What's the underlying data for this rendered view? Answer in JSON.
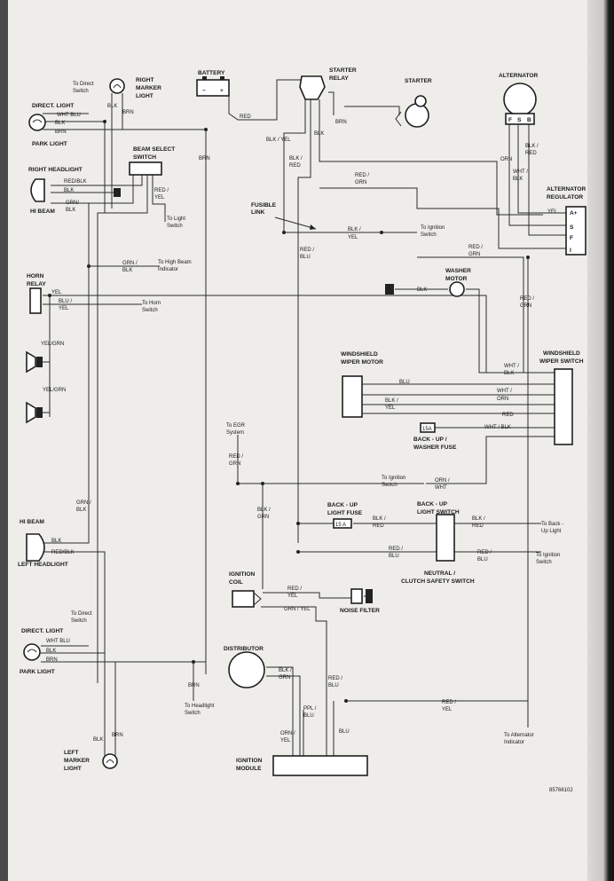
{
  "figure_id": "85766102",
  "components": {
    "direct_light_r": "DIRECT. LIGHT",
    "park_light_r": "PARK LIGHT",
    "right_marker": [
      "RIGHT",
      "MARKER",
      "LIGHT"
    ],
    "battery": "BATTERY",
    "starter_relay": [
      "STARTER",
      "RELAY"
    ],
    "starter": "STARTER",
    "alternator": "ALTERNATOR",
    "beam_select": [
      "BEAM SELECT",
      "SWITCH"
    ],
    "right_headlight": "RIGHT HEADLIGHT",
    "hi_beam_r": "HI BEAM",
    "alt_regulator": [
      "ALTERNATOR",
      "REGULATOR"
    ],
    "fusible_link": [
      "FUSIBLE",
      "LINK"
    ],
    "horn_relay": [
      "HORN",
      "RELAY"
    ],
    "washer_motor": [
      "WASHER",
      "MOTOR"
    ],
    "wiper_motor": [
      "WINDSHIELD",
      "WIPER MOTOR"
    ],
    "wiper_switch": [
      "WINDSHIELD",
      "WIPER SWITCH"
    ],
    "backup_washer_fuse": [
      "BACK - UP /",
      "WASHER FUSE"
    ],
    "backup_fuse": [
      "BACK - UP",
      "LIGHT FUSE"
    ],
    "backup_switch": [
      "BACK - UP",
      "LIGHT SWITCH"
    ],
    "neutral_switch": [
      "NEUTRAL /",
      "CLUTCH SAFETY SWITCH"
    ],
    "hi_beam_l": "HI BEAM",
    "left_headlight": "LEFT HEADLIGHT",
    "ignition_coil": [
      "IGNITION",
      "COIL"
    ],
    "noise_filter": "NOISE FILTER",
    "direct_light_l": "DIRECT. LIGHT",
    "park_light_l": "PARK LIGHT",
    "distributor": "DISTRIBUTOR",
    "left_marker": [
      "LEFT",
      "MARKER",
      "LIGHT"
    ],
    "ignition_module": [
      "IGNITION",
      "MODULE"
    ]
  },
  "fuse_ratings": {
    "washer": "15A",
    "backup": "15 A"
  },
  "alt_terminals": [
    "F",
    "S",
    "B"
  ],
  "reg_terminals": [
    "A+",
    "S",
    "F",
    "I"
  ],
  "battery_terminals": [
    "−",
    "+"
  ],
  "notes": {
    "to_direct_switch_r": [
      "To Direct",
      "Switch"
    ],
    "to_light_switch": [
      "To Light",
      "Switch"
    ],
    "to_hi_beam_ind": [
      "To High Beam",
      "Indicator"
    ],
    "to_horn_switch": [
      "To Horn",
      "Switch"
    ],
    "to_ign_switch_1": [
      "To Ignition",
      "Switch"
    ],
    "to_egr": [
      "To EGR",
      "System"
    ],
    "to_ign_switch_2": [
      "To Ignition",
      "Switch"
    ],
    "to_backup_light": [
      "To Back -",
      "Up Light"
    ],
    "to_ign_switch_3": [
      "To Ignition",
      "Switch"
    ],
    "to_direct_switch_l": [
      "To Direct",
      "Switch"
    ],
    "to_headlight_switch": [
      "To Headlight",
      "Switch"
    ],
    "to_alt_indicator": [
      "To Alternator",
      "Indicator"
    ]
  },
  "wires": {
    "wht_blu_r": "WHT  BLU",
    "blk_r": "BLK",
    "brn_r": "BRN",
    "mk_blk_r": "BLK",
    "mk_brn_r": "BRN",
    "red_batt": "RED",
    "brn_relay": "BRN",
    "blk_relay": "BLK",
    "blk_yel_relay": [
      "BLK / YEL"
    ],
    "blk_red_relay": [
      "BLK /",
      "RED"
    ],
    "red_grn_1": [
      "RED /",
      "GRN"
    ],
    "orn_alt": "ORN",
    "blk_red_alt": [
      "BLK /",
      "RED"
    ],
    "wht_blk_alt": [
      "WHT /",
      "BLK"
    ],
    "yel_reg": "YEL",
    "red_blk_hl": "RED/BLK",
    "blk_hl": "BLK",
    "grn_blk_hl": [
      "GRN/",
      "BLK"
    ],
    "red_yel_bs": [
      "RED /",
      "YEL"
    ],
    "brn_bs": "BRN",
    "blk_yel_fl": [
      "BLK /",
      "YEL"
    ],
    "red_blu_fl": [
      "RED /",
      "BLU"
    ],
    "red_grn_2": [
      "RED /",
      "GRN"
    ],
    "red_grn_3": [
      "RED /",
      "GRN"
    ],
    "grn_blk_ind": [
      "GRN /",
      "BLK"
    ],
    "yel_horn": "YEL",
    "blu_yel_horn": [
      "BLU /",
      "YEL"
    ],
    "blk_wash": "BLK",
    "wht_blk_ws": [
      "WHT /",
      "BLK"
    ],
    "yel_grn_1": "YEL/GRN",
    "yel_grn_2": "YEL/GRN",
    "blu_wm": "BLU",
    "wht_orn_wm": [
      "WHT /",
      "ORN"
    ],
    "blk_yel_wm": [
      "BLK /",
      "YEL"
    ],
    "red_wm": "RED",
    "wht_blk_wm": "WHT / BLK",
    "red_grn_egr": [
      "RED /",
      "GRN"
    ],
    "orn_wht": [
      "ORN /",
      "WHT"
    ],
    "grn_blk_l": [
      "GRN /",
      "BLK"
    ],
    "blk_grn_coil": [
      "BLK /",
      "GRN"
    ],
    "blk_red_bf": [
      "BLK /",
      "RED"
    ],
    "blk_red_bs": [
      "BLK /",
      "RED"
    ],
    "red_blu_ns": [
      "RED /",
      "BLU"
    ],
    "red_blu_ns2": [
      "RED /",
      "BLU"
    ],
    "blk_lh": "BLK",
    "red_blk_lh": "RED/BLK",
    "red_yel_coil": [
      "RED /",
      "YEL"
    ],
    "grn_yel_coil": "GRN / YEL",
    "wht_blu_l": "WHT  BLU",
    "blk_l": "BLK",
    "brn_l": "BRN",
    "brn_hs": "BRN",
    "blk_grn_dist": [
      "BLK /",
      "GRN"
    ],
    "ppl_blu": [
      "PPL /",
      "BLU"
    ],
    "red_blu_mod": [
      "RED /",
      "BLU"
    ],
    "orn_yel": [
      "ORN /",
      "YEL"
    ],
    "blu_mod": "BLU",
    "red_yel_ind": [
      "RED /",
      "YEL"
    ],
    "mk_blk_l": "BLK",
    "mk_brn_l": "BRN"
  }
}
